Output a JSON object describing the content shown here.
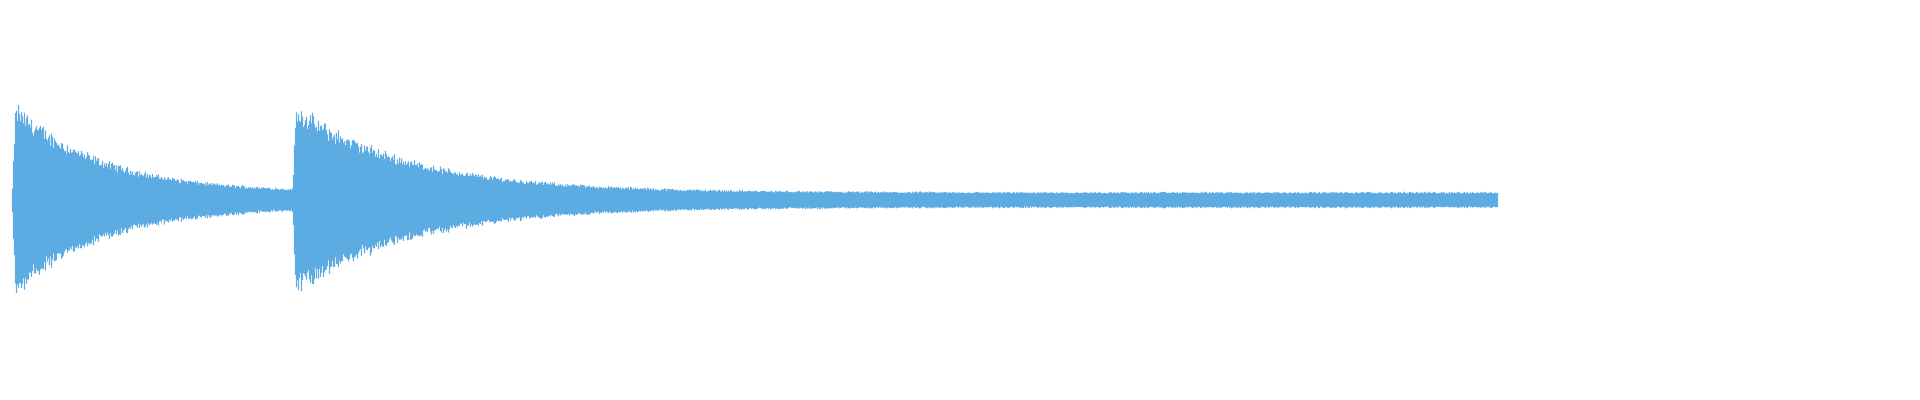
{
  "waveform": {
    "color": "#5dabe3",
    "events": [
      {
        "name": "first-strike",
        "onset": 0.006,
        "peak_amplitude": 0.48,
        "decay": 0.045
      },
      {
        "name": "second-strike",
        "onset": 0.152,
        "peak_amplitude": 0.47,
        "decay": 0.06
      }
    ],
    "sustain_floor": 0.012,
    "end": 0.78
  }
}
